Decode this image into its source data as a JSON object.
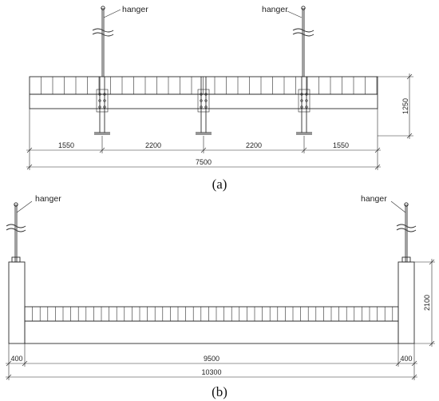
{
  "panel_a": {
    "caption": "(a)",
    "hanger_left_label": "hanger",
    "hanger_right_label": "hanger",
    "dims": {
      "seg1": "1550",
      "seg2": "2200",
      "seg3": "2200",
      "seg4": "1550",
      "total": "7500",
      "height": "1250"
    }
  },
  "panel_b": {
    "caption": "(b)",
    "hanger_left_label": "hanger",
    "hanger_right_label": "hanger",
    "dims": {
      "left": "400",
      "middle": "9500",
      "right": "400",
      "total": "10300",
      "height": "2100"
    }
  }
}
